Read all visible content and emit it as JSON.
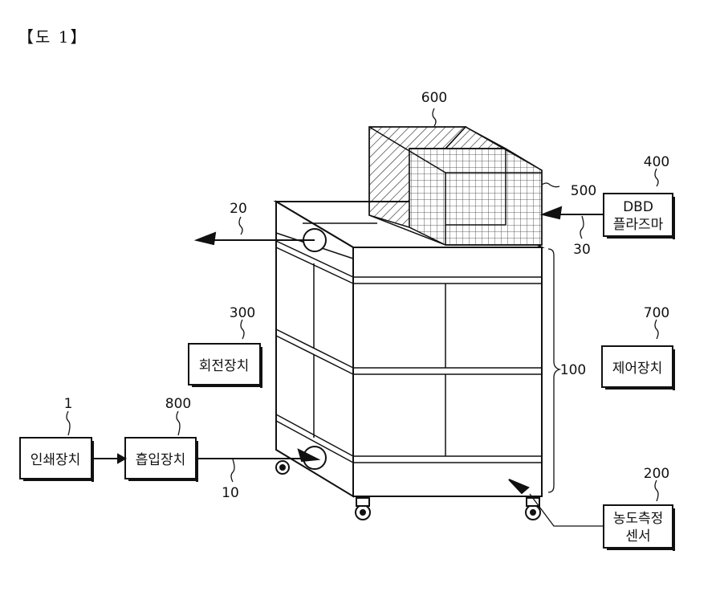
{
  "figure_title": "【도 1】",
  "boxes": {
    "printer": "인쇄장치",
    "suction": "흡입장치",
    "rotation": "회전장치",
    "control": "제어장치",
    "dbd_line1": "DBD",
    "dbd_line2": "플라즈마",
    "sensor_line1": "농도측정",
    "sensor_line2": "센서"
  },
  "refs": {
    "r1": "1",
    "r800": "800",
    "r300": "300",
    "r700": "700",
    "r400": "400",
    "r600": "600",
    "r500": "500",
    "r200": "200",
    "r100": "100",
    "r10": "10",
    "r20": "20",
    "r30": "30"
  }
}
